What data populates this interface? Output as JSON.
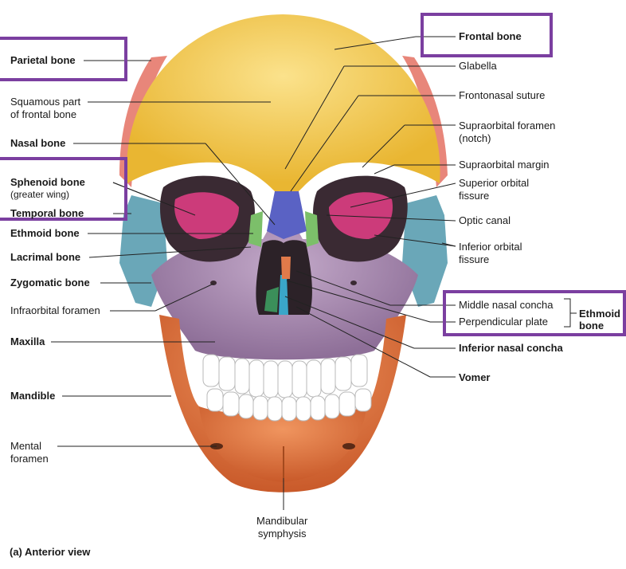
{
  "labels": {
    "parietal_bone": "Parietal bone",
    "squamous_part": "Squamous part\nof frontal bone",
    "nasal_bone": "Nasal bone",
    "sphenoid_bone": "Sphenoid bone",
    "sphenoid_sub": "(greater wing)",
    "temporal_bone": "Temporal bone",
    "ethmoid_bone_left": "Ethmoid bone",
    "lacrimal_bone": "Lacrimal bone",
    "zygomatic_bone": "Zygomatic bone",
    "infraorbital_foramen": "Infraorbital foramen",
    "maxilla": "Maxilla",
    "mandible": "Mandible",
    "mental_foramen": "Mental\nforamen",
    "mandibular_symphysis": "Mandibular\nsymphysis",
    "frontal_bone": "Frontal bone",
    "glabella": "Glabella",
    "frontonasal_suture": "Frontonasal suture",
    "supraorbital_foramen": "Supraorbital foramen\n(notch)",
    "supraorbital_margin": "Supraorbital margin",
    "superior_orbital_fissure": "Superior orbital\nfissure",
    "optic_canal": "Optic canal",
    "inferior_orbital_fissure": "Inferior orbital\nfissure",
    "middle_nasal_concha": "Middle nasal concha",
    "perpendicular_plate": "Perpendicular plate",
    "ethmoid_bone_group": "Ethmoid\nbone",
    "inferior_nasal_concha": "Inferior nasal concha",
    "vomer": "Vomer"
  },
  "caption": "(a) Anterior view",
  "colors": {
    "frontal": "#f2c649",
    "parietal": "#e8867a",
    "sphenoid": "#cc3b7a",
    "temporal": "#6aa7b8",
    "zygomatic": "#6aa7b8",
    "maxilla": "#a88ab0",
    "mandible": "#e07a4a",
    "nasal": "#5a62c4",
    "ethmoid": "#7cbf6a",
    "teeth": "#ffffff",
    "highlight_box": "#7b3fa0"
  }
}
